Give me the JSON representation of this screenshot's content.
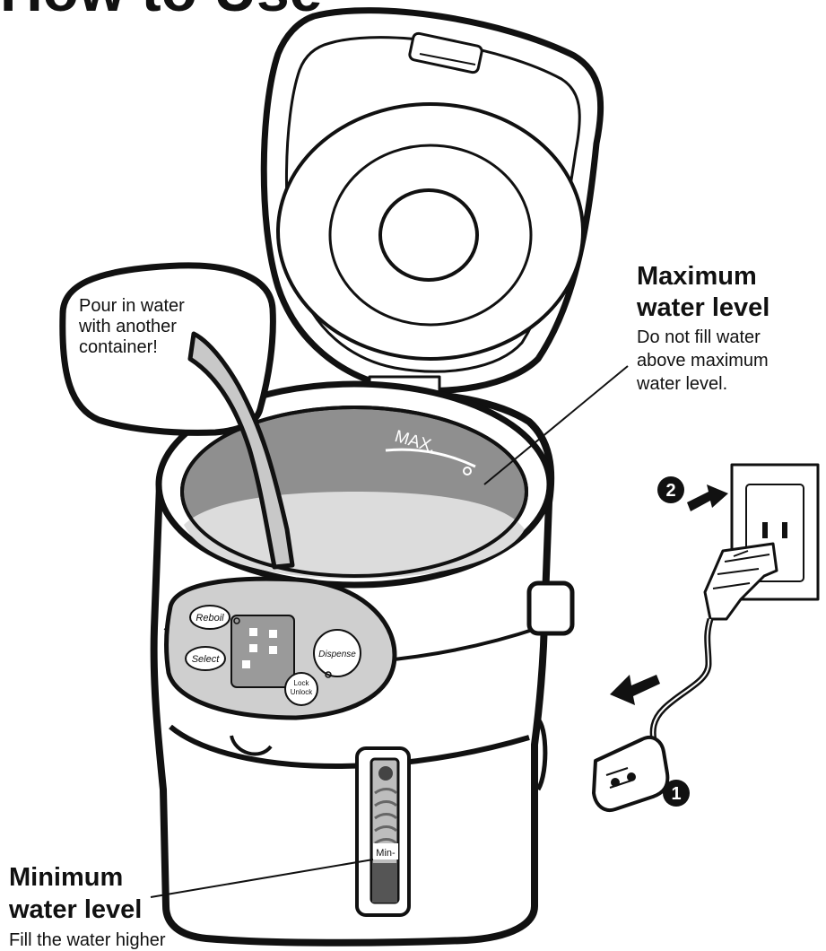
{
  "heading": "How to Use",
  "pour_note": {
    "lines": [
      "Pour in water",
      "with another",
      "container!"
    ]
  },
  "max_level": {
    "title_lines": [
      "Maximum",
      "water level"
    ],
    "desc_lines": [
      "Do not fill water",
      "above maximum",
      "water level."
    ]
  },
  "min_level": {
    "title_lines": [
      "Minimum",
      "water level"
    ],
    "desc_lines": [
      "Fill the water higher"
    ]
  },
  "markings": {
    "max_mark": "MAX.",
    "min_mark": "Min-"
  },
  "control_panel": {
    "reboil": "Reboil",
    "select": "Select",
    "dispense": "Dispense",
    "lock_lines": [
      "Lock",
      "Unlock"
    ]
  },
  "steps": {
    "step1": "1",
    "step2": "2"
  }
}
